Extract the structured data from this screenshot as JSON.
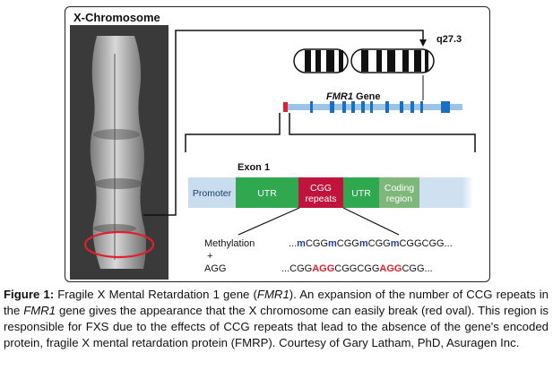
{
  "diagram": {
    "title": "X-Chromosome",
    "band": "q27.3",
    "gene_prefix": "FMR1",
    "gene_suffix": " Gene",
    "exon_label": "Exon 1",
    "segments": [
      {
        "label": "Promoter",
        "color": "#c9ddee"
      },
      {
        "label": "UTR",
        "color": "#2fa84f"
      },
      {
        "label": "CGG\nrepeats",
        "color": "#c0143c"
      },
      {
        "label": "UTR",
        "color": "#2fa84f"
      },
      {
        "label": "Coding\nregion",
        "color": "#7fb77a"
      }
    ],
    "methylation_label": "Methylation",
    "plus_label": "+",
    "agg_label": "AGG",
    "methylation_sequence": [
      {
        "t": "...",
        "hl": false
      },
      {
        "t": "m",
        "hl": true
      },
      {
        "t": "CGG",
        "hl": false
      },
      {
        "t": "m",
        "hl": true
      },
      {
        "t": "CGG",
        "hl": false
      },
      {
        "t": "m",
        "hl": true
      },
      {
        "t": "CGG",
        "hl": false
      },
      {
        "t": "m",
        "hl": true
      },
      {
        "t": "CGGCGG...",
        "hl": false
      }
    ],
    "agg_sequence": [
      {
        "t": "...CGG",
        "hl": false
      },
      {
        "t": "AGG",
        "hl": true
      },
      {
        "t": "CGGCGG",
        "hl": false
      },
      {
        "t": "AGG",
        "hl": true
      },
      {
        "t": "CGG...",
        "hl": false
      }
    ],
    "colors": {
      "methyl_highlight": "#1f3fa3",
      "agg_highlight": "#e0202a",
      "oval": "#e0202a",
      "gene_bar": "#9cc4e6",
      "exon_marks": "#1a6fc0"
    }
  },
  "caption": {
    "label": "Figure 1:",
    "segments": [
      {
        "t": " Fragile X Mental Retardation 1 gene (",
        "i": false
      },
      {
        "t": "FMR1",
        "i": true
      },
      {
        "t": "). An expansion of the number of CCG repeats in the ",
        "i": false
      },
      {
        "t": "FMR1",
        "i": true
      },
      {
        "t": " gene gives the appearance that the X chromosome can easily break (red oval). This region is responsible for FXS due to the effects of CCG repeats that lead to the absence of the gene's encoded protein, fragile X mental retardation protein (FMRP). Courtesy of Gary Latham, PhD, Asuragen Inc.",
        "i": false
      }
    ]
  }
}
